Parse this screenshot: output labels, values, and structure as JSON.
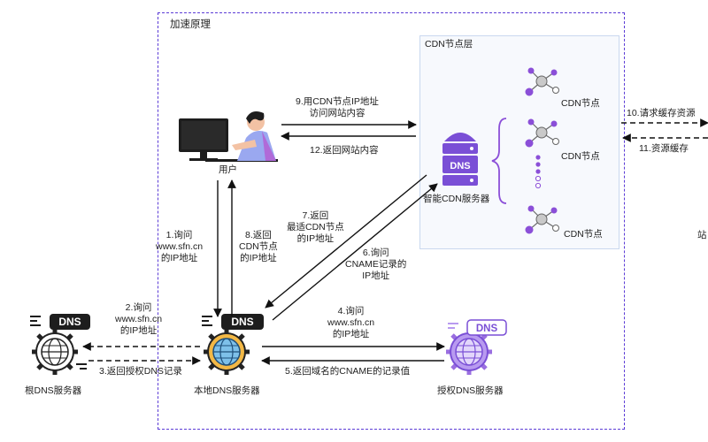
{
  "frame": {
    "title": "加速原理"
  },
  "cdn_layer": {
    "title": "CDN节点层",
    "node_label_1": "CDN节点",
    "node_label_2": "CDN节点",
    "node_label_3": "CDN节点",
    "server_label": "智能CDN服务器",
    "server_badge": "DNS"
  },
  "user": {
    "label": "用户"
  },
  "local_dns": {
    "label": "本地DNS服务器",
    "badge": "DNS"
  },
  "root_dns": {
    "label": "根DNS服务器",
    "badge": "DNS"
  },
  "auth_dns": {
    "label": "授权DNS服务器",
    "badge": "DNS"
  },
  "right_side": {
    "partial_label": "站"
  },
  "steps": {
    "s1_line1": "1.询问",
    "s1_line2": "www.sfn.cn",
    "s1_line3": "的IP地址",
    "s2_line1": "2.询问",
    "s2_line2": "www.sfn.cn",
    "s2_line3": "的IP地址",
    "s3": "3.返回授权DNS记录",
    "s4_line1": "4.询问",
    "s4_line2": "www.sfn.cn",
    "s4_line3": "的IP地址",
    "s5": "5.返回域名的CNAME的记录值",
    "s6_line1": "6.询问",
    "s6_line2": "CNAME记录的",
    "s6_line3": "IP地址",
    "s7_line1": "7.返回",
    "s7_line2": "最适CDN节点",
    "s7_line3": "的IP地址",
    "s8_line1": "8.返回",
    "s8_line2": "CDN节点",
    "s8_line3": "的IP地址",
    "s9_line1": "9.用CDN节点IP地址",
    "s9_line2": "访问网站内容",
    "s10": "10.请求缓存资源",
    "s11": "11.资源缓存",
    "s12": "12.返回网站内容"
  }
}
